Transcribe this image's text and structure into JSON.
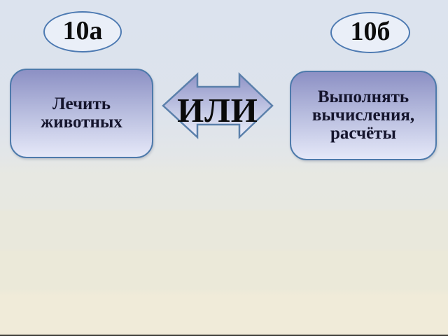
{
  "slide": {
    "badges": [
      {
        "label": "10а"
      },
      {
        "label": "10б"
      }
    ],
    "options": [
      {
        "text": "Лечить\nживотных"
      },
      {
        "text": "Выполнять\nвычисления,\nрасчёты"
      }
    ],
    "connector": {
      "label": "ИЛИ"
    },
    "colors": {
      "background_top": "#dce3ee",
      "background_middle": "#e7e8e0",
      "background_bottom": "#f0ebd9",
      "bottom_edge_line": "#3f3f3a",
      "shape_border": "#4e7aab",
      "shape_gradient_top": "#8c90c4",
      "shape_gradient_bottom": "#e5e8f8",
      "badge_fill": "#eaeff8",
      "badge_border": "#4d7ab2",
      "option_text": "#15152d",
      "label_text": "#0a0a0a"
    }
  }
}
